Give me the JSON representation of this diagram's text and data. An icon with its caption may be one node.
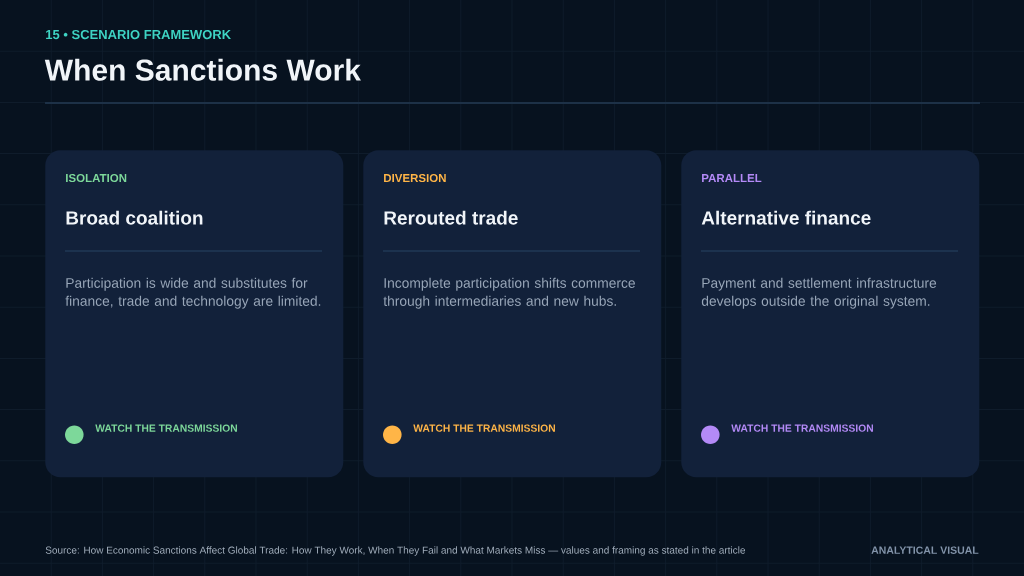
{
  "diagram": {
    "title": "When Sanctions Work",
    "nodes": [
      {
        "text": [
          "ISOLATION",
          "Broad coalition",
          "Participation is wide and substitutes for finance, trade and technology are limited.",
          "WATCH THE TRANSMISSION"
        ]
      },
      {
        "text": [
          "DIVERSION",
          "Rerouted trade",
          "Incomplete participation shifts commerce through intermediaries and new hubs.",
          "WATCH THE TRANSMISSION"
        ]
      },
      {
        "text": [
          "PARALLEL",
          "Alternative finance",
          "Payment and settlement infrastructure develops outside the original system.",
          "WATCH THE TRANSMISSION"
        ]
      }
    ],
    "labels": [
      "15 • SCENARIO FRAMEWORK",
      "Source: How Economic Sanctions Affect Global Trade: How They Work, When They Fail and What Markets Miss — values and framing as stated in the article",
      "ANALYTICAL VISUAL"
    ]
  }
}
